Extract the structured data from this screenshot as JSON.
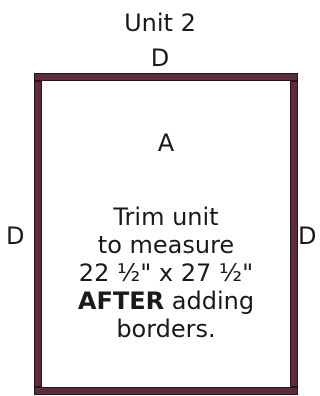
{
  "diagram": {
    "title": "Unit 2",
    "border_top_label": "D",
    "border_left_label": "D",
    "border_right_label": "D",
    "unit_label": "A",
    "instructions": {
      "line1": "Trim unit",
      "line2": "to measure",
      "line3": "22 ½\" x 27 ½\"",
      "line4_bold": "AFTER",
      "line4_rest": " adding",
      "line5": "borders."
    },
    "colors": {
      "border_fill": "#5b2d3c",
      "border_outline": "#2a1219",
      "text": "#1a1a1a"
    }
  }
}
